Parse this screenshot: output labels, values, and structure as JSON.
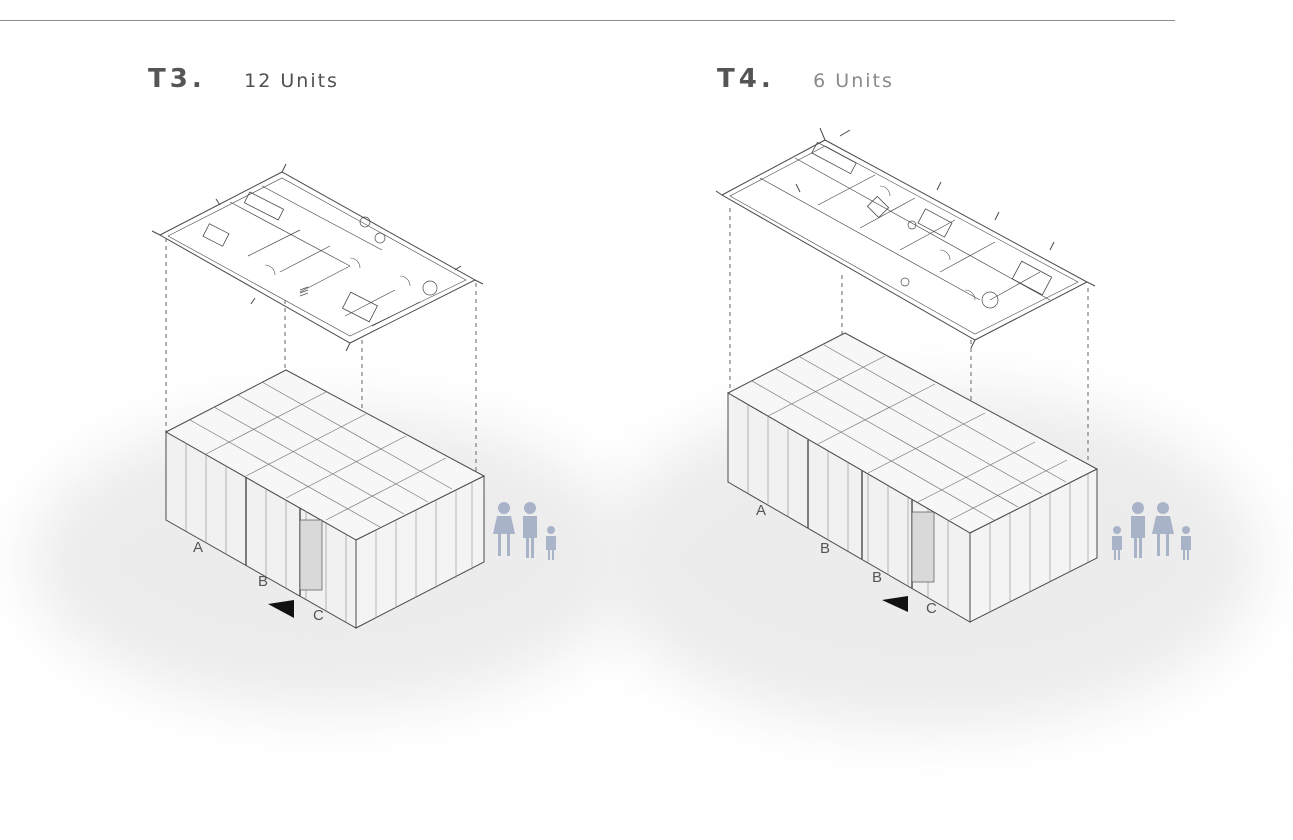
{
  "t3": {
    "code": "T3.",
    "units": "12 Units",
    "grid_labels": [
      "A",
      "B",
      "C"
    ]
  },
  "t4": {
    "code": "T4.",
    "units": "6 Units",
    "grid_labels": [
      "A",
      "B",
      "B",
      "C"
    ]
  },
  "colors": {
    "line": "#4a4a4a",
    "rule": "#8d8d8d",
    "figures": "#a8b3c8",
    "shadow": "#ececec",
    "module_face": "#f3f3f3"
  },
  "icons": [
    "section-arrow-icon",
    "family-figures-icon"
  ]
}
